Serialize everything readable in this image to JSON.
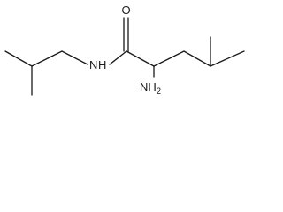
{
  "structure": {
    "atom_labels": {
      "oxygen": "O",
      "nitrogen_amide": "N",
      "hydrogen_amide": "H",
      "amine_nitrogen_h": "NH",
      "amine_subscript": "2"
    },
    "colors": {
      "bond": "#1a1a1a",
      "text": "#1a1a1a",
      "background": "#ffffff"
    }
  }
}
